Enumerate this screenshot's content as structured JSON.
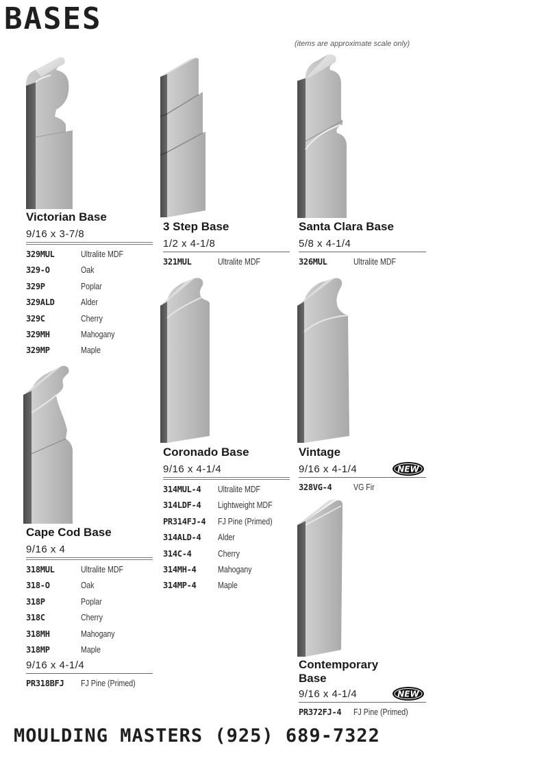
{
  "page": {
    "title": "BASES",
    "scale_note": "(items are approximate scale only)",
    "footer": "MOULDING MASTERS (925) 689-7322",
    "new_badge": "NEW"
  },
  "products": {
    "victorian": {
      "name": "Victorian Base",
      "dimension": "9/16 x 3-7/8",
      "items": [
        {
          "code": "329MUL",
          "material": "Ultralite MDF"
        },
        {
          "code": "329-O",
          "material": "Oak"
        },
        {
          "code": "329P",
          "material": "Poplar"
        },
        {
          "code": "329ALD",
          "material": "Alder"
        },
        {
          "code": "329C",
          "material": "Cherry"
        },
        {
          "code": "329MH",
          "material": "Mahogany"
        },
        {
          "code": "329MP",
          "material": "Maple"
        }
      ]
    },
    "three_step": {
      "name": "3 Step Base",
      "dimension": "1/2 x 4-1/8",
      "items": [
        {
          "code": "321MUL",
          "material": "Ultralite MDF"
        }
      ]
    },
    "santa_clara": {
      "name": "Santa Clara Base",
      "dimension": "5/8 x 4-1/4",
      "items": [
        {
          "code": "326MUL",
          "material": "Ultralite MDF"
        }
      ]
    },
    "coronado": {
      "name": "Coronado Base",
      "dimension": "9/16 x 4-1/4",
      "items": [
        {
          "code": "314MUL-4",
          "material": "Ultralite MDF"
        },
        {
          "code": "314LDF-4",
          "material": "Lightweight MDF"
        },
        {
          "code": "PR314FJ-4",
          "material": "FJ Pine (Primed)"
        },
        {
          "code": "314ALD-4",
          "material": "Alder"
        },
        {
          "code": "314C-4",
          "material": "Cherry"
        },
        {
          "code": "314MH-4",
          "material": "Mahogany"
        },
        {
          "code": "314MP-4",
          "material": "Maple"
        }
      ]
    },
    "vintage": {
      "name": "Vintage",
      "dimension": "9/16 x 4-1/4",
      "items": [
        {
          "code": "328VG-4",
          "material": "VG Fir"
        }
      ]
    },
    "cape_cod": {
      "name": "Cape Cod Base",
      "dimension": "9/16 x 4",
      "items": [
        {
          "code": "318MUL",
          "material": "Ultralite MDF"
        },
        {
          "code": "318-O",
          "material": "Oak"
        },
        {
          "code": "318P",
          "material": "Poplar"
        },
        {
          "code": "318C",
          "material": "Cherry"
        },
        {
          "code": "318MH",
          "material": "Mahogany"
        },
        {
          "code": "318MP",
          "material": "Maple"
        }
      ],
      "dimension2": "9/16 x 4-1/4",
      "items2": [
        {
          "code": "PR318BFJ",
          "material": "FJ Pine (Primed)"
        }
      ]
    },
    "contemporary": {
      "name_line1": "Contemporary",
      "name_line2": "Base",
      "dimension": "9/16 x 4-1/4",
      "items": [
        {
          "code": "PR372FJ-4",
          "material": "FJ Pine (Primed)"
        }
      ]
    }
  }
}
